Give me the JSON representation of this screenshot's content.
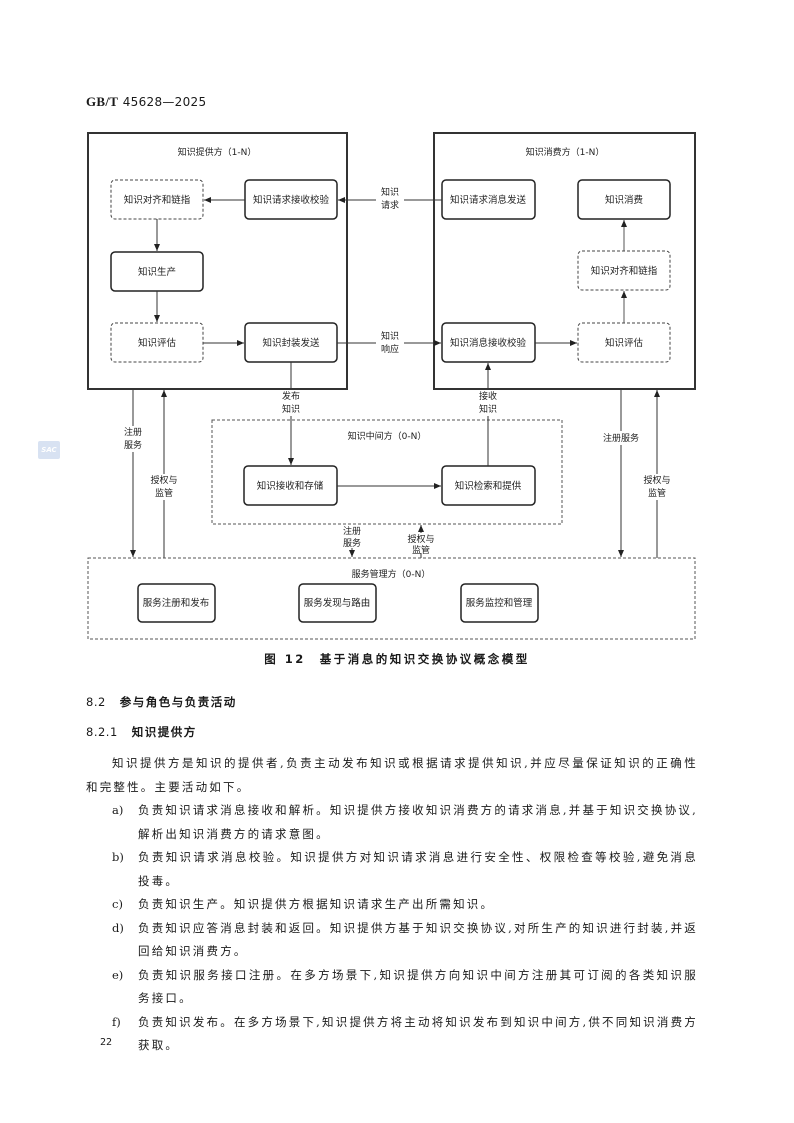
{
  "header": {
    "std_prefix": "GB/T",
    "std_number": "45628—2025"
  },
  "diagram": {
    "provider": {
      "title": "知识提供方（1-N）",
      "boxes": {
        "align": "知识对齐和链指",
        "request_receive": "知识请求接收校验",
        "produce": "知识生产",
        "evaluate": "知识评估",
        "package_send": "知识封装发送"
      }
    },
    "consumer": {
      "title": "知识消费方（1-N）",
      "boxes": {
        "request_send": "知识请求消息发送",
        "consume": "知识消费",
        "align": "知识对齐和链指",
        "message_receive": "知识消息接收校验",
        "evaluate": "知识评估"
      }
    },
    "intermediary": {
      "title": "知识中间方（0-N）",
      "boxes": {
        "receive_store": "知识接收和存储",
        "retrieve_provide": "知识检索和提供"
      }
    },
    "service_manager": {
      "title": "服务管理方（0-N）",
      "boxes": {
        "register_publish": "服务注册和发布",
        "discover_route": "服务发现与路由",
        "monitor_manage": "服务监控和管理"
      }
    },
    "edges": {
      "knowledge_request": [
        "知识",
        "请求"
      ],
      "knowledge_response": [
        "知识",
        "响应"
      ],
      "publish_knowledge": [
        "发布",
        "知识"
      ],
      "receive_knowledge": [
        "接收",
        "知识"
      ],
      "left_register": [
        "注册",
        "服务"
      ],
      "left_auth": [
        "授权与",
        "监管"
      ],
      "right_register": "注册服务",
      "right_auth": [
        "授权与",
        "监管"
      ],
      "mid_register": [
        "注册",
        "服务"
      ],
      "mid_auth": [
        "授权与",
        "监管"
      ]
    },
    "watermark": "SAC"
  },
  "figure_caption": "图 12　基于消息的知识交换协议概念模型",
  "section": {
    "number": "8.2",
    "title": "参与角色与负责活动"
  },
  "subsection": {
    "number": "8.2.1",
    "title": "知识提供方"
  },
  "intro_paragraph": "知识提供方是知识的提供者,负责主动发布知识或根据请求提供知识,并应尽量保证知识的正确性和完整性。主要活动如下。",
  "activities": [
    {
      "mark": "a)",
      "text": "负责知识请求消息接收和解析。知识提供方接收知识消费方的请求消息,并基于知识交换协议,解析出知识消费方的请求意图。"
    },
    {
      "mark": "b)",
      "text": "负责知识请求消息校验。知识提供方对知识请求消息进行安全性、权限检查等校验,避免消息投毒。"
    },
    {
      "mark": "c)",
      "text": "负责知识生产。知识提供方根据知识请求生产出所需知识。"
    },
    {
      "mark": "d)",
      "text": "负责知识应答消息封装和返回。知识提供方基于知识交换协议,对所生产的知识进行封装,并返回给知识消费方。"
    },
    {
      "mark": "e)",
      "text": "负责知识服务接口注册。在多方场景下,知识提供方向知识中间方注册其可订阅的各类知识服务接口。"
    },
    {
      "mark": "f)",
      "text": "负责知识发布。在多方场景下,知识提供方将主动将知识发布到知识中间方,供不同知识消费方获取。"
    }
  ],
  "page_number": "22"
}
